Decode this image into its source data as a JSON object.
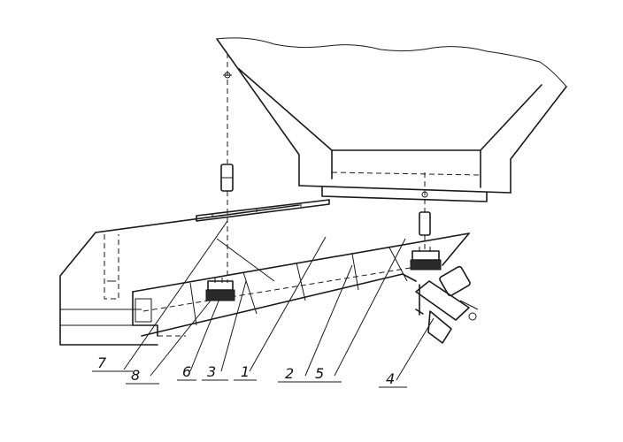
{
  "callouts": [
    {
      "id": "7",
      "label": "7"
    },
    {
      "id": "8",
      "label": "8"
    },
    {
      "id": "6",
      "label": "6"
    },
    {
      "id": "3",
      "label": "3"
    },
    {
      "id": "1",
      "label": "1"
    },
    {
      "id": "2",
      "label": "2"
    },
    {
      "id": "5",
      "label": "5"
    },
    {
      "id": "4",
      "label": "4"
    }
  ]
}
